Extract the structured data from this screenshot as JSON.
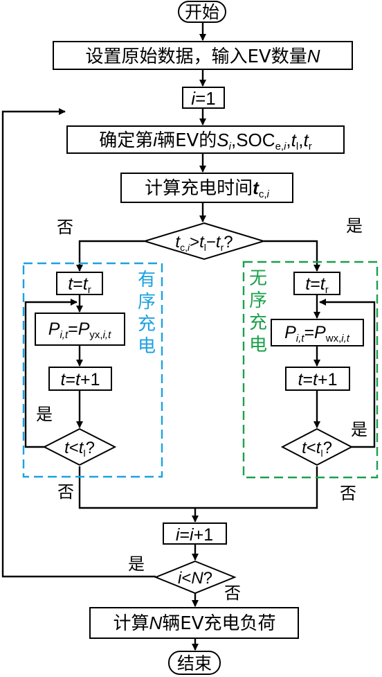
{
  "flow": {
    "start": "开始",
    "init": {
      "text": "设置原始数据，输入EV数量",
      "var": "N"
    },
    "set_i": {
      "var": "i",
      "rest": "=1"
    },
    "determine": {
      "prefix": "确定第",
      "i": "i",
      "mid": "辆EV的",
      "S": "S",
      "S_sub": "i",
      "soc": ",SOC",
      "soc_sub": "e,",
      "soc_sub_i": "i",
      "comma1": ",",
      "tl": "t",
      "tl_sub": "l",
      "comma2": ",",
      "tr": "t",
      "tr_sub": "r"
    },
    "calc_time": {
      "text": "计算充电时间",
      "var": "t",
      "sub1": "c,",
      "sub2": "i"
    },
    "decision": {
      "t1": "t",
      "t1_sub1": "c,",
      "t1_sub2": "i",
      "gt": ">",
      "t2": "t",
      "t2_sub": "l",
      "minus": "−",
      "t3": "t",
      "t3_sub": "r",
      "q": "?"
    },
    "yes": "是",
    "no": "否",
    "ordered": {
      "label_chars": [
        "有",
        "序",
        "充",
        "电"
      ],
      "color": "#1ba1e2",
      "init": {
        "lhs": "t",
        "eq": "=",
        "rhs": "t",
        "rhs_sub": "r"
      },
      "power": {
        "P": "P",
        "P_sub": "i,t",
        "eq": "=",
        "P2": "P",
        "P2_sub1": "yx,",
        "P2_sub2": "i,t"
      },
      "inc": {
        "t": "t",
        "eq": "=",
        "t2": "t",
        "plus": "+1"
      },
      "cond": {
        "t": "t",
        "lt": "<",
        "t2": "t",
        "t2_sub": "l",
        "q": "?"
      }
    },
    "unordered": {
      "label_chars": [
        "无",
        "序",
        "充",
        "电"
      ],
      "color": "#1aa04a",
      "init": {
        "lhs": "t",
        "eq": "=",
        "rhs": "t",
        "rhs_sub": "r"
      },
      "power": {
        "P": "P",
        "P_sub": "i,t",
        "eq": "=",
        "P2": "P",
        "P2_sub1": "wx,",
        "P2_sub2": "i,t"
      },
      "inc": {
        "t": "t",
        "eq": "=",
        "t2": "t",
        "plus": "+1"
      },
      "cond": {
        "t": "t",
        "lt": "<",
        "t2": "t",
        "t2_sub": "l",
        "q": "?"
      }
    },
    "inc_i": {
      "i": "i",
      "eq": "=",
      "i2": "i",
      "plus": "+1"
    },
    "loop_cond": {
      "i": "i",
      "lt": "<",
      "N": "N",
      "q": "?"
    },
    "final": {
      "text1": "计算",
      "N": "N",
      "text2": "辆EV充电负荷"
    },
    "end": "结束"
  }
}
